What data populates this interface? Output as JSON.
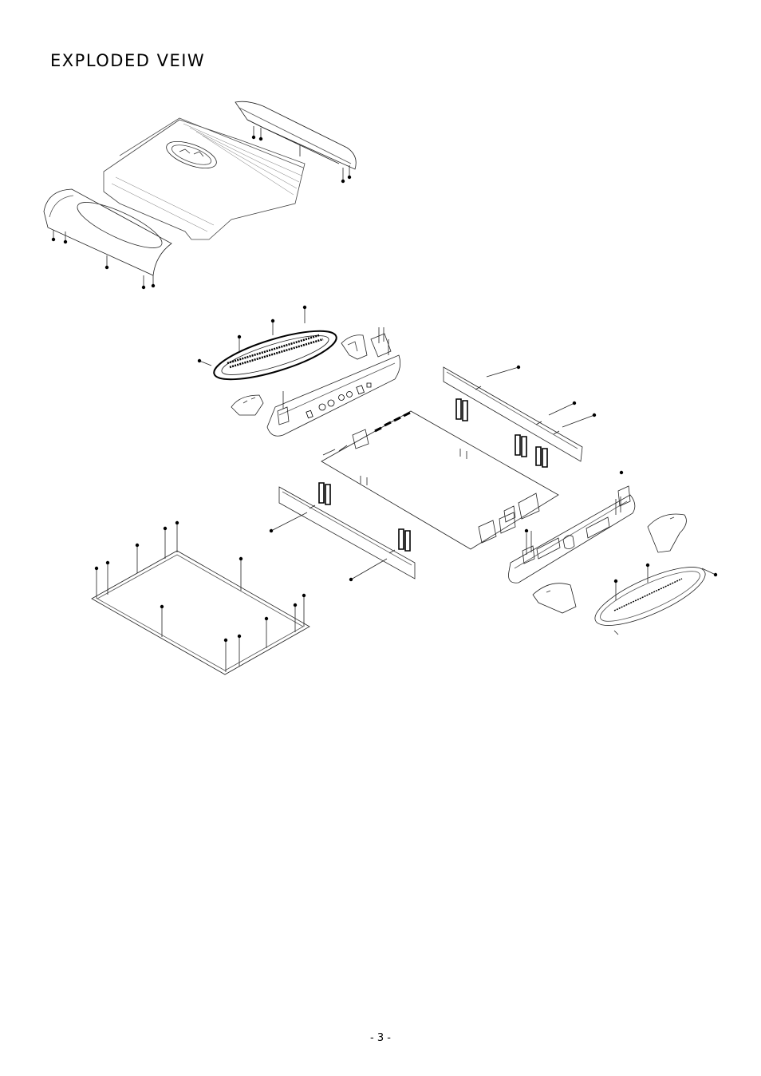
{
  "page": {
    "title": "EXPLODED VEIW",
    "page_number": "- 3 -"
  },
  "drawing": {
    "type": "exploded-view line drawing",
    "line_color": "#000000",
    "background": "#ffffff"
  }
}
